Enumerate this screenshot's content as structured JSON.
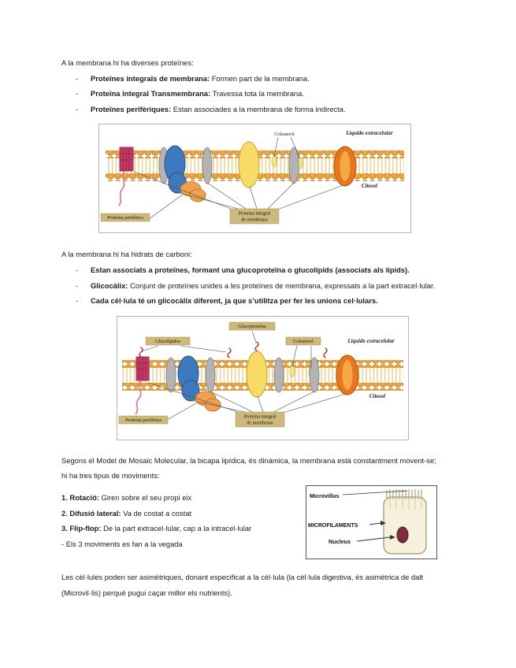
{
  "chars": {
    "bullet": "-"
  },
  "colors": {
    "membrane_head": "#F0A43C",
    "lipid_tail": "#E9D08E",
    "label_box": "#CDB97C",
    "integral_protein_blue": "#3C79BF",
    "integral_protein_yellow": "#F7DB66",
    "channel_protein_orange": "#E6761F",
    "peripheral_protein": "#F0A050",
    "carbohydrate_red": "#C62828",
    "nucleus": "#7E2D3C"
  },
  "s1": {
    "title": "A la membrana hi ha diverses proteïnes:",
    "bullets": [
      {
        "lead": "Proteïnes integrals de membrana:",
        "rest": " Formen part de la membrana."
      },
      {
        "lead": "Proteïna integral Transmembrana:",
        "rest": " Travessa tota la membrana."
      },
      {
        "lead": "Proteïnes perifèriques:",
        "rest": " Estan associades a la membrana de forma indirecta."
      }
    ]
  },
  "diagram1": {
    "labels": {
      "colesterol": "Colesterol",
      "liquid": "Líquido extracelular",
      "citosol": "Citosol",
      "periferica": "Proteína periférica",
      "integral_1": "Proteína integral",
      "integral_2": "de membrana"
    }
  },
  "s2": {
    "title": "A la membrana hi ha hidrats de carboni:",
    "bullets": [
      {
        "lead": "Estan associats a proteïnes, formant una glucoproteïna o glucolípids (associats als lípids).",
        "rest": ""
      },
      {
        "lead": "Glicocàlix:",
        "rest": " Conjunt de proteïnes unides a les proteïnes de membrana, expressats a la part extracel·lular."
      },
      {
        "lead": "Cada cèl·lula té un glicocàlix diferent, ja que s’utilitza per fer les unions cel·lulars.",
        "rest": ""
      }
    ]
  },
  "diagram2": {
    "labels": {
      "glucolipids": "Glucolípidos",
      "glucoproteina": "Glucoproteína",
      "colesterol": "Colesterol",
      "liquid": "Líquido extracelular",
      "citosol": "Citosol",
      "periferica": "Proteína periférica",
      "integral_1": "Proteína integral",
      "integral_2": "de membrana"
    }
  },
  "s3": {
    "para_1": "Segons el Model de Mosaic Molecular, la bicapa lipídica, és dinàmica, la membrana està constantment movent-se;",
    "para_2": "hi ha tres tipus de moviments:",
    "moves": [
      {
        "lead": "1. Rotació:",
        "rest": " Giren sobre el seu propi eix"
      },
      {
        "lead": "2. Difusió lateral:",
        "rest": " Va de costat a costat"
      },
      {
        "lead": "3. Flip-flop:",
        "rest": " De la part extracel·lular, cap a la intracel·lular"
      },
      {
        "lead": "",
        "rest": "- Els 3 moviments es fan a la vegada"
      }
    ]
  },
  "micro": {
    "labels": {
      "microvillus": "Microvillus",
      "microfilaments": "MICROFILAMENTS",
      "nucleus": "Nucleus"
    }
  },
  "s4": {
    "para_1": "Les cèl·lules poden ser asimètriques, donant especificat a la cèl·lula (la cèl·lula digestiva, és asimètrica de dalt",
    "para_2": "(Microvil·lis) perquè pugui caçar millor els nutrients)."
  }
}
